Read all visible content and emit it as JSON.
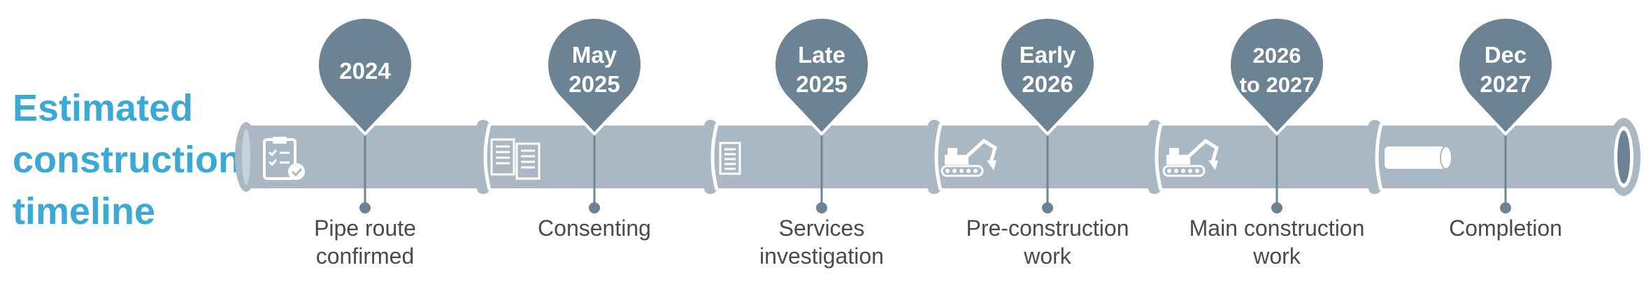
{
  "title": {
    "line1": "Estimated",
    "line2": "construction",
    "line3": "timeline"
  },
  "stages": [
    {
      "date_line1": "2024",
      "date_line2": "",
      "label_line1": "Pipe route",
      "label_line2": "confirmed",
      "icon": "clipboard-checklist-icon"
    },
    {
      "date_line1": "May",
      "date_line2": "2025",
      "label_line1": "Consenting",
      "label_line2": "",
      "icon": "documents-icon"
    },
    {
      "date_line1": "Late",
      "date_line2": "2025",
      "label_line1": "Services",
      "label_line2": "investigation",
      "icon": "document-icon"
    },
    {
      "date_line1": "Early",
      "date_line2": "2026",
      "label_line1": "Pre-construction",
      "label_line2": "work",
      "icon": "excavator-icon"
    },
    {
      "date_line1": "2026",
      "date_line2": "to 2027",
      "label_line1": "Main construction",
      "label_line2": "work",
      "icon": "excavator-icon"
    },
    {
      "date_line1": "Dec",
      "date_line2": "2027",
      "label_line1": "Completion",
      "label_line2": "",
      "icon": "pipe-section-icon"
    }
  ],
  "colors": {
    "title": "#3ba9d3",
    "pipe": "#a9b8c3",
    "pin": "#6c8394",
    "label": "#4a4a4a"
  }
}
